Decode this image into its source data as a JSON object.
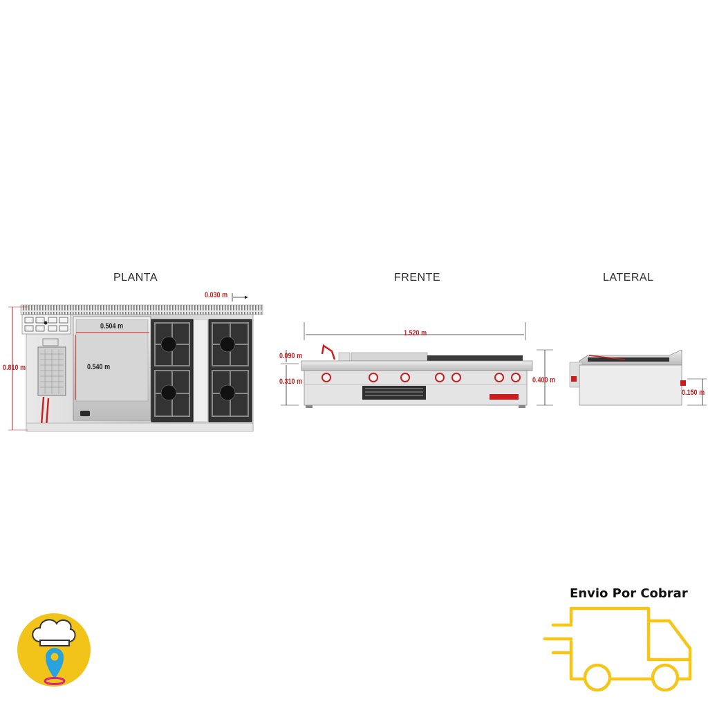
{
  "views": {
    "plan": "PLANTA",
    "front": "FRENTE",
    "side": "LATERAL"
  },
  "dimensions": {
    "plan_top_width": "0.030 m",
    "plan_depth": "0.810 m",
    "plan_griddle_width": "0.504 m",
    "plan_griddle_depth": "0.540 m",
    "front_width": "1.520 m",
    "front_backsplash": "0.090 m",
    "front_body_height": "0.310 m",
    "front_total_height": "0.400 m",
    "side_leg_height": "0.150 m"
  },
  "shipping": {
    "label": "Envio Por Cobrar"
  },
  "colors": {
    "dimension_red": "#c81e1e",
    "steel": "#d9d9d9",
    "grate_dark": "#3a3a3a",
    "truck_yellow": "#f5c518",
    "logo_yellow": "#f2c318",
    "pin_blue": "#29a3dd",
    "pin_magenta": "#d6257f"
  },
  "icons": [
    "chef-hat-location-logo-icon",
    "delivery-truck-icon"
  ]
}
